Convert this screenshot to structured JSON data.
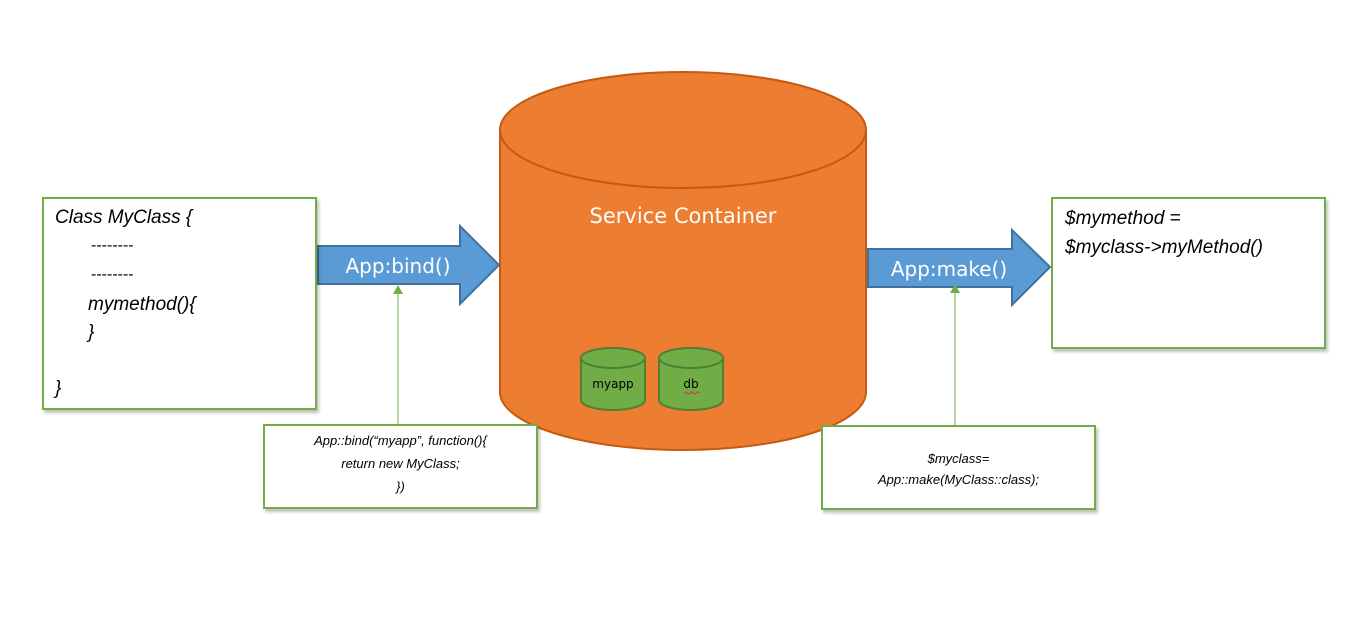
{
  "class_box": {
    "lines": [
      "Class MyClass {",
      "--------",
      "--------",
      "mymethod(){",
      "}",
      "}"
    ]
  },
  "bind_arrow": {
    "label": "App:bind()"
  },
  "container": {
    "title": "Service Container",
    "items": [
      "myapp",
      "db"
    ]
  },
  "make_arrow": {
    "label": "App:make()"
  },
  "result_box": {
    "lines": [
      "$mymethod =",
      "$myclass->myMethod()"
    ]
  },
  "bind_note": {
    "lines": [
      "App::bind(“myapp”, function(){",
      "return new MyClass;",
      "})"
    ]
  },
  "make_note": {
    "lines": [
      "$myclass=",
      "App::make(MyClass::class);"
    ]
  },
  "colors": {
    "container_fill": "#ed7d31",
    "container_stroke": "#c55a11",
    "arrow_fill": "#5b9bd5",
    "arrow_stroke": "#41719c",
    "box_border": "#70ad47",
    "item_fill": "#70ad47",
    "item_stroke": "#507e32"
  }
}
